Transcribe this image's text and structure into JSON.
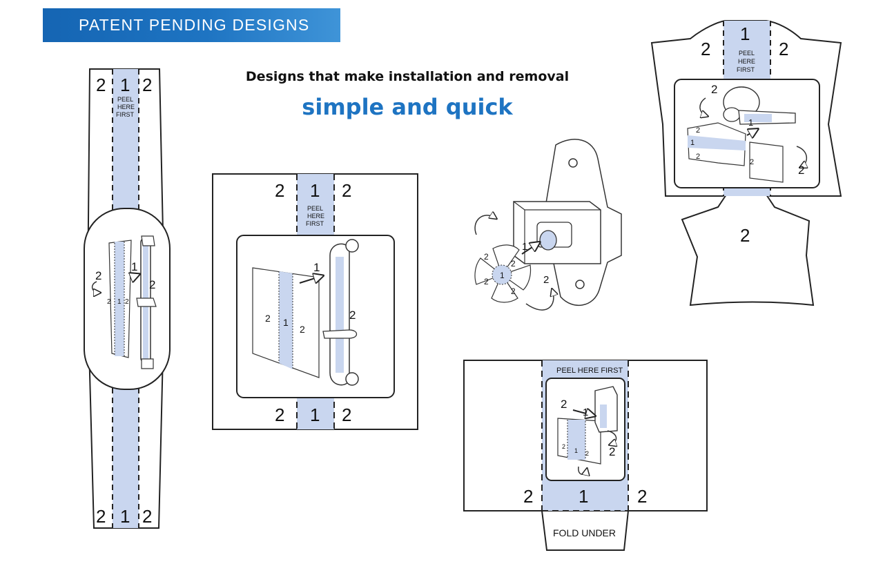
{
  "banner": {
    "text": "PATENT PENDING DESIGNS",
    "color": "#1565b3"
  },
  "headline": "Designs that make installation and removal",
  "subheadline": "simple and quick",
  "accent_color": "#1e74c2",
  "strip_color": "#c9d6ef",
  "labels": {
    "one": "1",
    "two": "2",
    "peel_1": "PEEL",
    "peel_2": "HERE",
    "peel_3": "FIRST",
    "peel_here_first": "PEEL HERE FIRST",
    "fold_under": "FOLD UNDER"
  }
}
